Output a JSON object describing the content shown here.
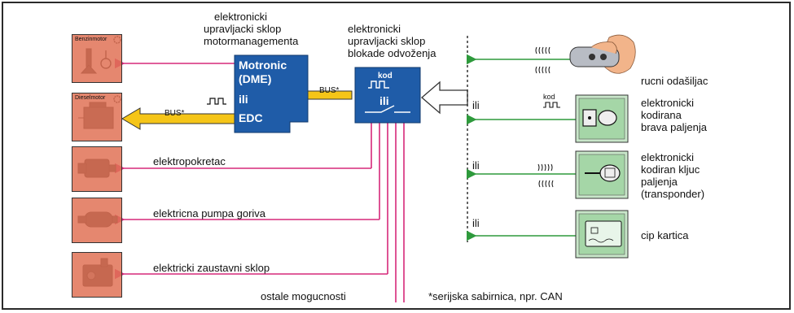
{
  "title_motor": "elektronicki upravljacki sklop motormanagementa",
  "title_motor_lines": [
    "elektronicki",
    "upravljacki sklop",
    "motormanagementa"
  ],
  "title_imm_lines": [
    "elektronicki",
    "upravljacki sklop",
    "blokade odvoženja"
  ],
  "ecu": {
    "line1": "Motronic",
    "line2": "(DME)",
    "line3": "ili",
    "line4": "EDC"
  },
  "imm": {
    "kod": "kod",
    "ili": "ili"
  },
  "engines": {
    "benzin": "Benzinmotor",
    "diesel": "Dieselmotor"
  },
  "bus_label": "BUS*",
  "bus_label2": "BUS*",
  "outputs": [
    "elektropokretac",
    "elektricna pumpa goriva",
    "elektricki zaustavni sklop"
  ],
  "ostale": "ostale mogucnosti",
  "footnote": "*serijska sabirnica, npr. CAN",
  "inputs": {
    "remote": "rucni odašiljac",
    "lock": [
      "elektronicki",
      "kodirana",
      "brava paljenja"
    ],
    "key": [
      "elektronicki",
      "kodiran kljuc",
      "paljenja",
      "(transponder)"
    ],
    "card": "cip kartica",
    "ili": "ili",
    "kod": "kod"
  },
  "colors": {
    "red_box": "#e07256",
    "blue": "#1f5ca8",
    "green": "#2e9a3c",
    "magenta": "#d6287a",
    "yellow": "#f5c518"
  }
}
